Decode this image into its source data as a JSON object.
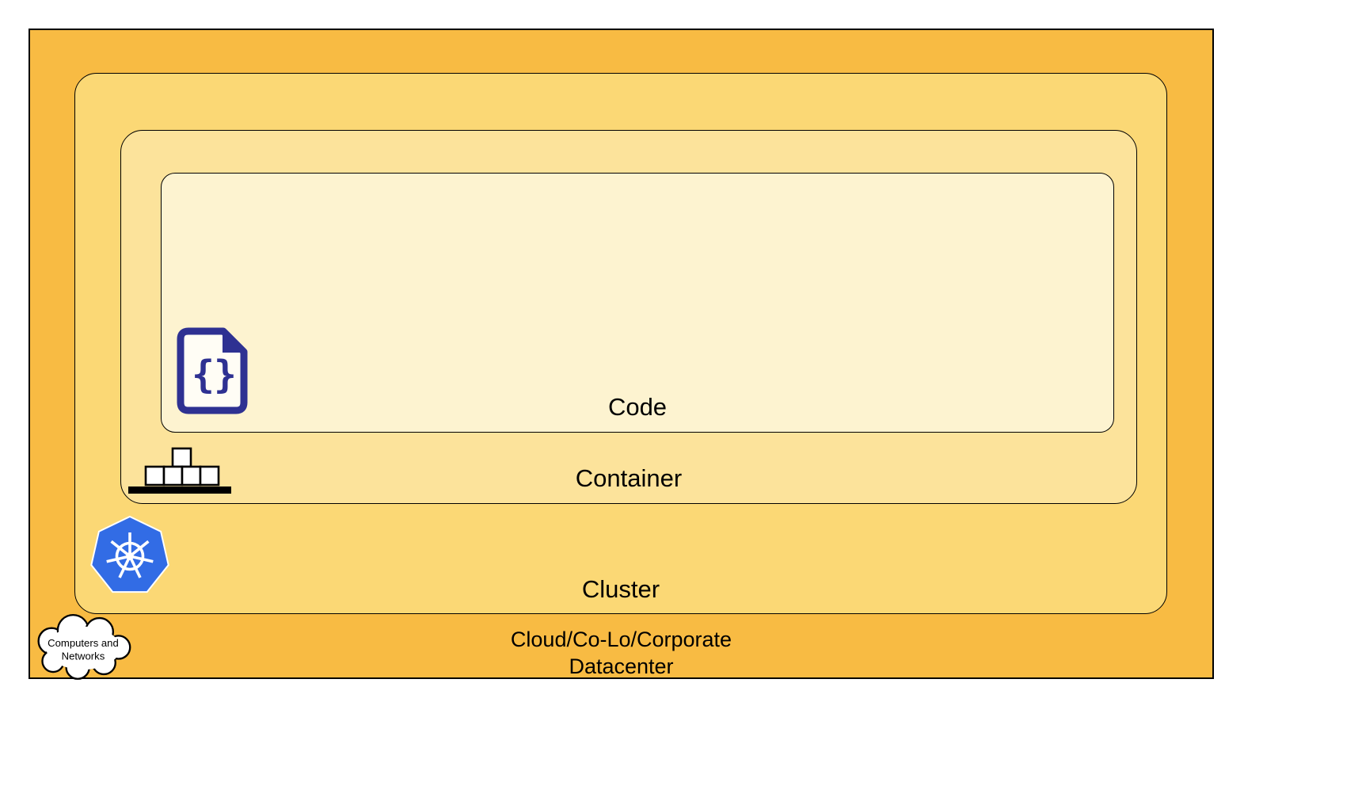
{
  "diagram": {
    "layers": [
      {
        "id": "datacenter",
        "label": "Cloud/Co-Lo/Corporate Datacenter",
        "label_line1": "Cloud/Co-Lo/Corporate",
        "label_line2": "Datacenter",
        "color": "#F8BB43"
      },
      {
        "id": "cluster",
        "label": "Cluster",
        "color": "#FBD875"
      },
      {
        "id": "container",
        "label": "Container",
        "color": "#FCE39B"
      },
      {
        "id": "code",
        "label": "Code",
        "color": "#FDF3D0"
      }
    ],
    "cloud_callout": {
      "line1": "Computers and",
      "line2": "Networks"
    },
    "icons": {
      "code_icon": "code-file-icon",
      "container_icon": "stacked-boxes-icon",
      "cluster_icon": "kubernetes-icon",
      "network_icon": "cloud-icon",
      "brace_left": "{",
      "brace_right": "}"
    },
    "colors": {
      "kubernetes_blue": "#326CE5",
      "code_icon_indigo": "#2E3192",
      "icon_black": "#000000",
      "shape_outline": "#000000",
      "cloud_fill": "#FFFFFF"
    }
  }
}
